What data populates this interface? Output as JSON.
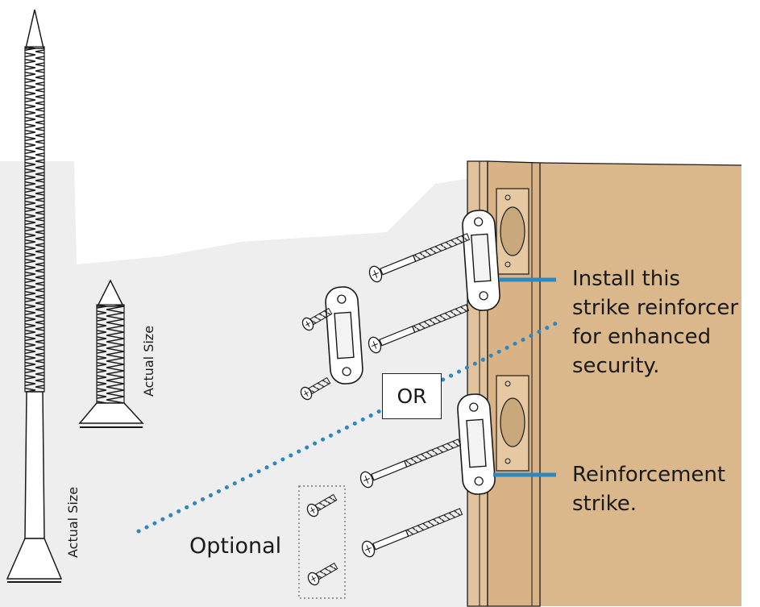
{
  "colors": {
    "wall": "#eeeeee",
    "door": "#dbb78c",
    "door_edge": "#d1aa7b",
    "callout_line": "#2d88bf",
    "outline": "#1a1a1a",
    "metal": "#ffffff",
    "bore": "#c9a87c"
  },
  "callouts": {
    "reinforcer": {
      "line1": "Install this",
      "line2": "strike reinforcer",
      "line3": "for enhanced",
      "line4": "security."
    },
    "strike": {
      "line1": "Reinforcement",
      "line2": "strike."
    }
  },
  "or_label": "OR",
  "optional_label": "Optional",
  "actual_size_long": "Actual Size",
  "actual_size_short": "Actual Size"
}
